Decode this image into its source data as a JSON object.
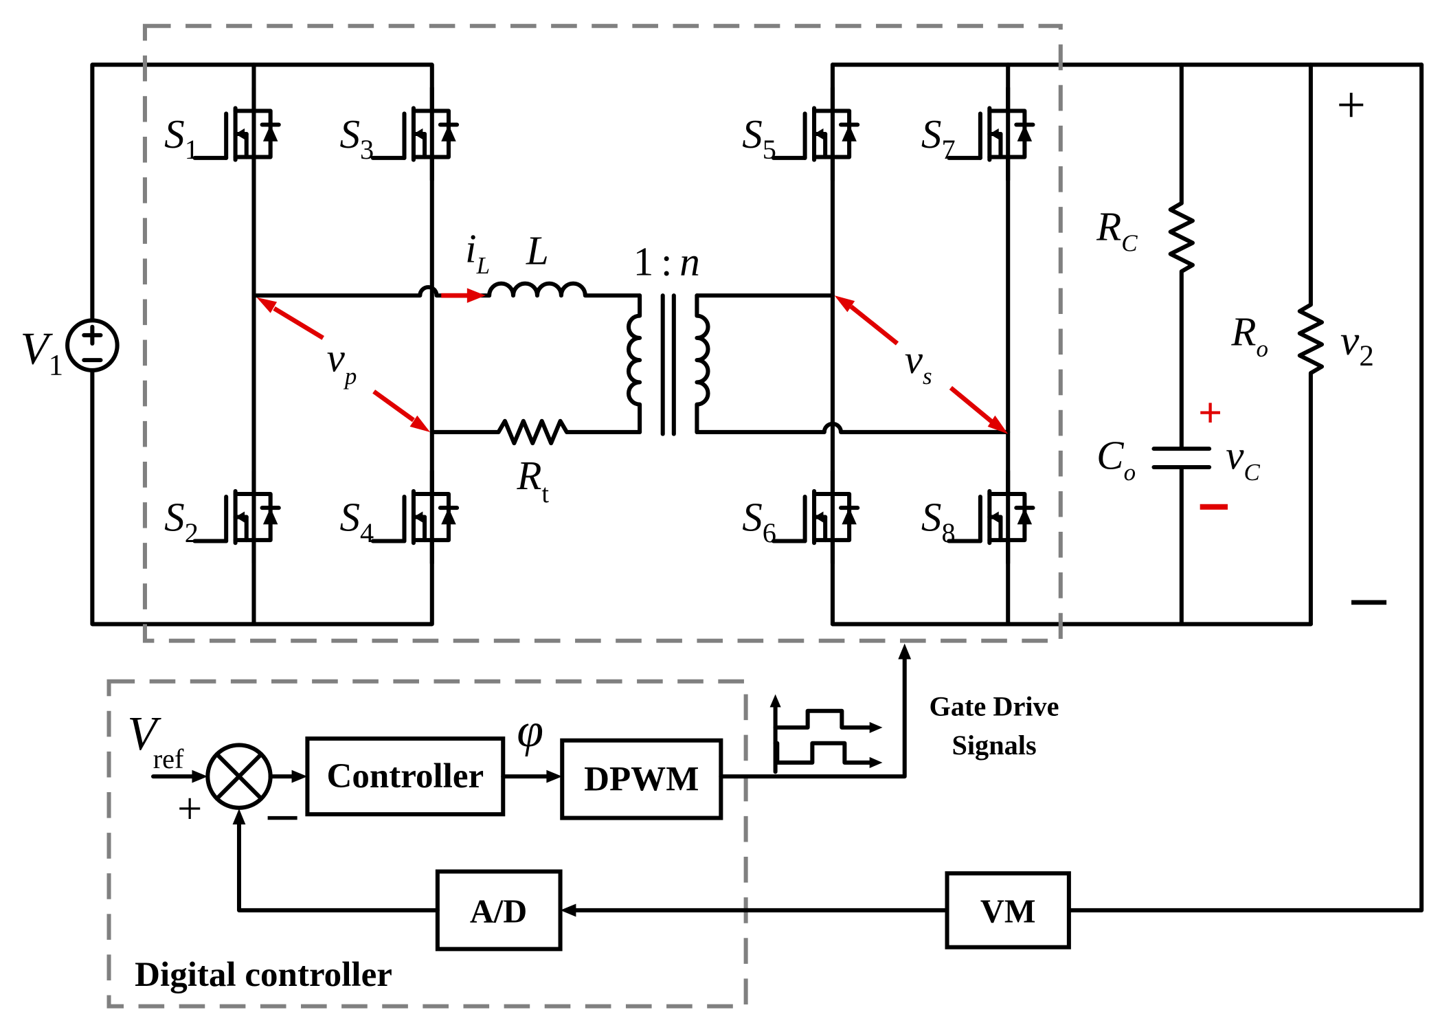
{
  "figure": {
    "source_label": "V",
    "source_sub": "1",
    "switches": [
      {
        "letter": "S",
        "num": "1"
      },
      {
        "letter": "S",
        "num": "2"
      },
      {
        "letter": "S",
        "num": "3"
      },
      {
        "letter": "S",
        "num": "4"
      },
      {
        "letter": "S",
        "num": "5"
      },
      {
        "letter": "S",
        "num": "6"
      },
      {
        "letter": "S",
        "num": "7"
      },
      {
        "letter": "S",
        "num": "8"
      }
    ],
    "current": {
      "main": "i",
      "sub": "L"
    },
    "inductor": "L",
    "ratio_left": "1",
    "ratio_colon": ":",
    "ratio_right": "n",
    "vp": {
      "main": "v",
      "sub": "p"
    },
    "vs": {
      "main": "v",
      "sub": "s"
    },
    "rt": {
      "main": "R",
      "sub": "t"
    },
    "rc": {
      "main": "R",
      "sub": "C"
    },
    "co": {
      "main": "C",
      "sub": "o"
    },
    "vc": {
      "main": "v",
      "sub": "C"
    },
    "ro": {
      "main": "R",
      "sub": "o"
    },
    "v2": {
      "main": "v",
      "sub": "2"
    },
    "plus": "+",
    "minus": "−",
    "vref": {
      "main": "V",
      "sub": "ref"
    },
    "phi": "φ",
    "blocks": {
      "controller": "Controller",
      "dpwm": "DPWM",
      "ad": "A/D",
      "vm": "VM"
    },
    "gate_drive_line1": "Gate Drive",
    "gate_drive_line2": "Signals",
    "digital_controller": "Digital controller"
  }
}
